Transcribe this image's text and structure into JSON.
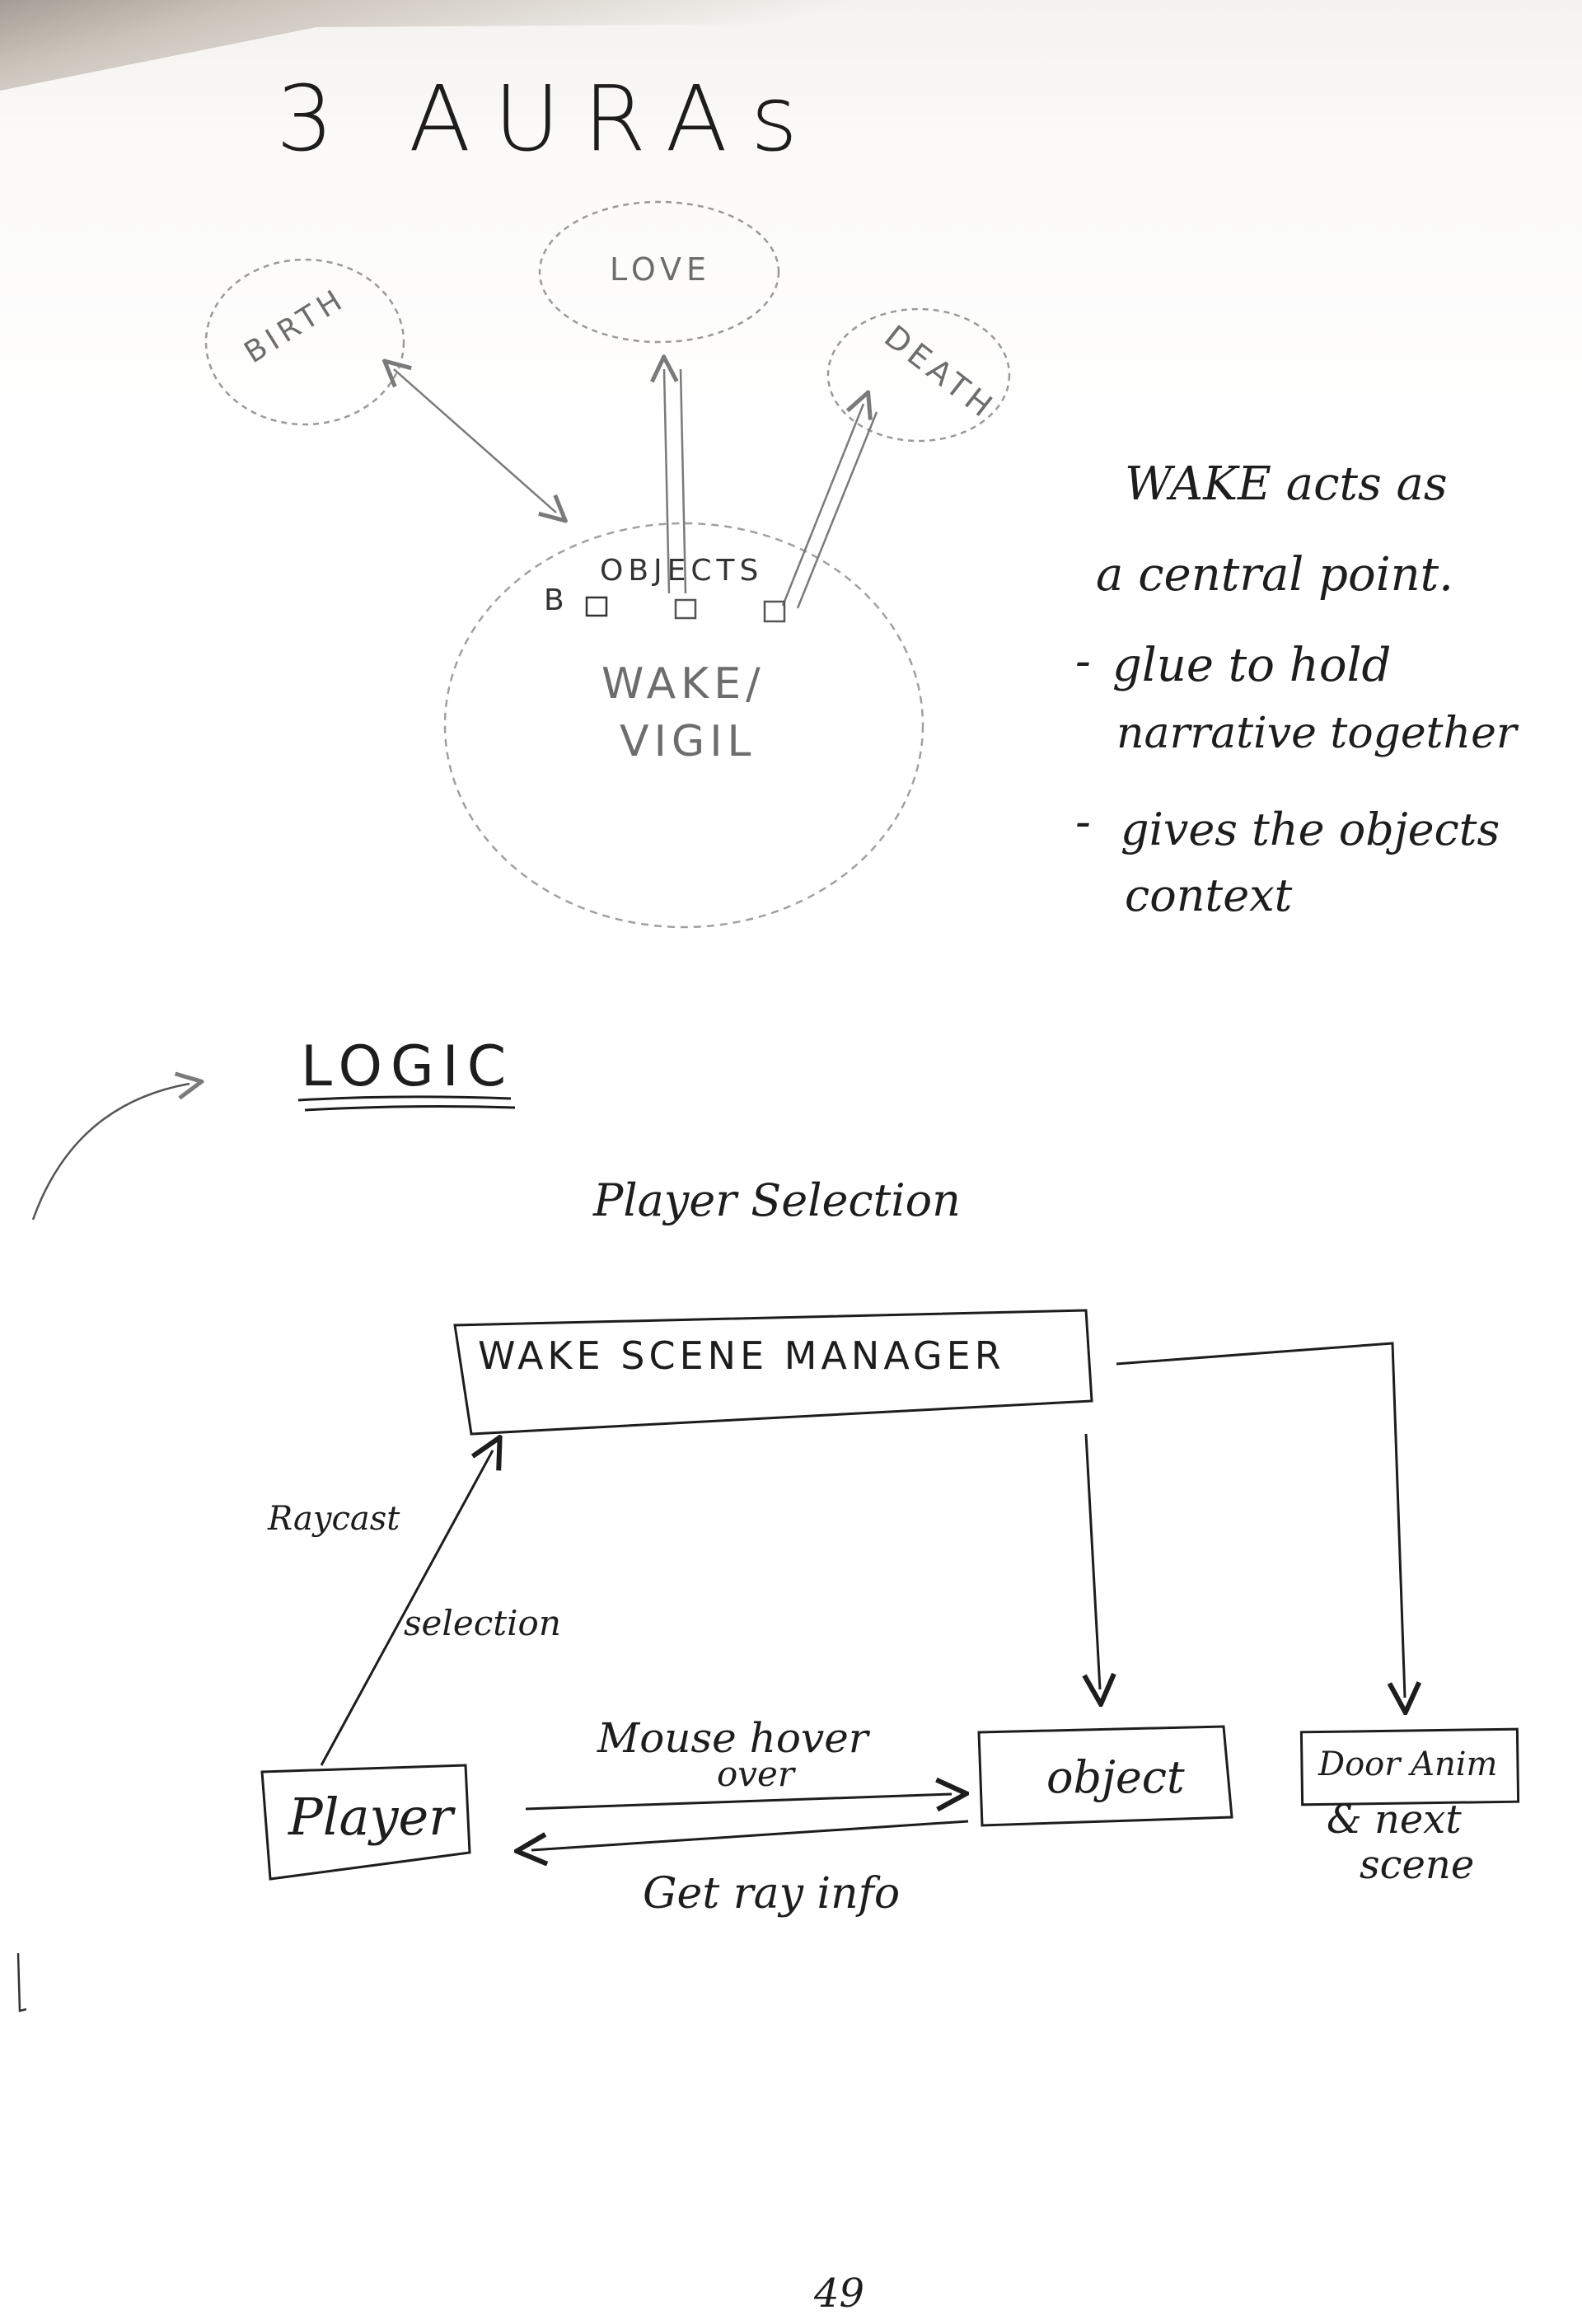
{
  "page_title": "3 AURAs",
  "auras": {
    "birth": "BIRTH",
    "love": "LOVE",
    "death": "DEATH"
  },
  "center": {
    "objects_label": "OBJECTS",
    "b_label": "B",
    "wake_line1": "WAKE/",
    "wake_line2": "VIGIL"
  },
  "notes": {
    "line1": "WAKE acts as",
    "line2": "a central point.",
    "dash": "-",
    "bullet1_line1": "glue to hold",
    "bullet1_line2": "narrative together",
    "bullet2_line1": "gives the objects",
    "bullet2_line2": "context"
  },
  "logic": {
    "heading": "LOGIC",
    "subheading": "Player Selection",
    "scene_manager": "WAKE SCENE MANAGER",
    "raycast": "Raycast",
    "selection": "selection",
    "player": "Player",
    "mouse_hover_1": "Mouse hover",
    "mouse_hover_2": "over",
    "object": "object",
    "get_ray_info": "Get ray info",
    "door_anim": "Door Anim",
    "next_scene_1": "& next",
    "next_scene_2": "scene"
  },
  "page_number": "49",
  "colors": {
    "ink": "#1d1d1d",
    "pencil": "#7a7a7a",
    "paper": "#ffffff"
  }
}
